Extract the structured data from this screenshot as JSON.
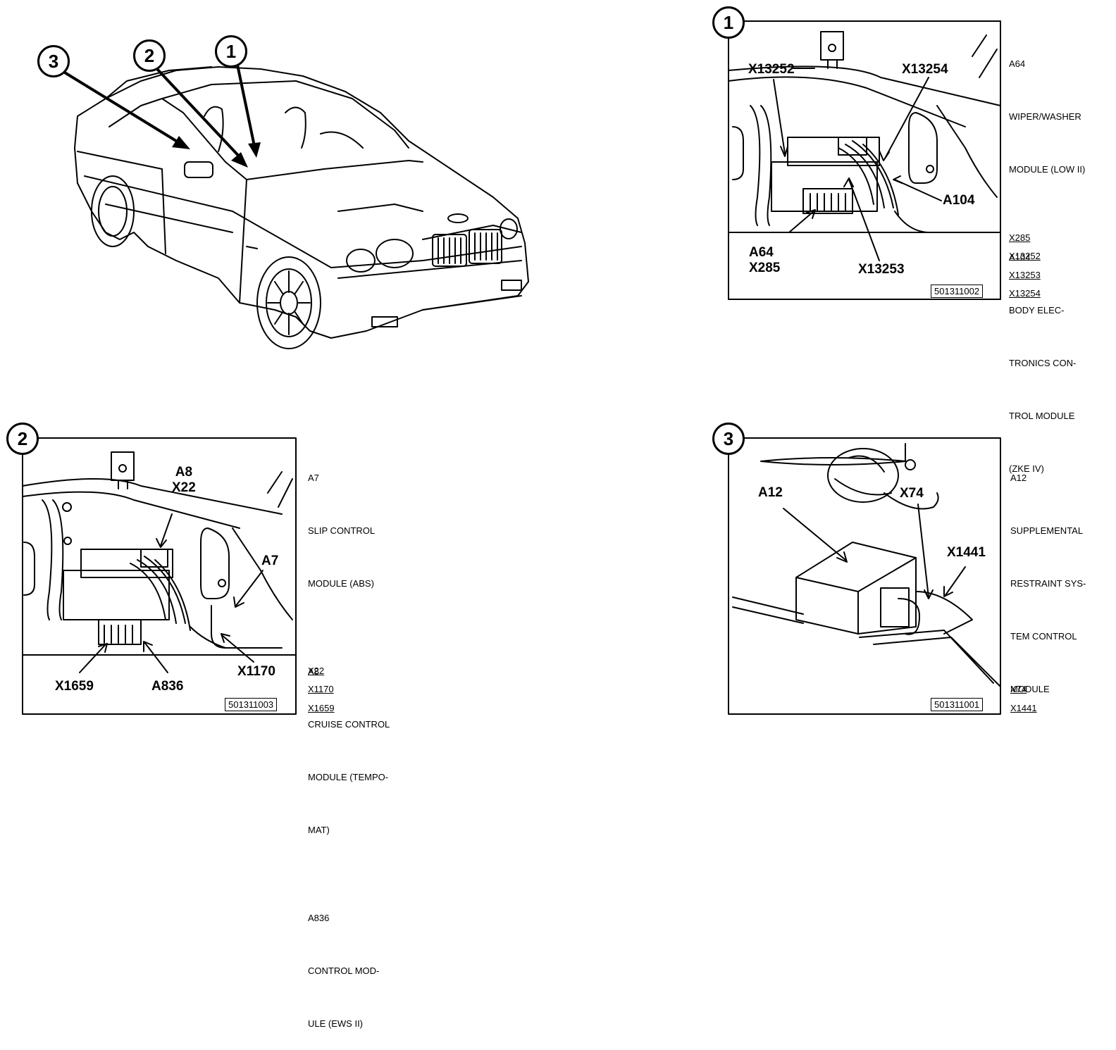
{
  "callouts": {
    "one": "1",
    "two": "2",
    "three": "3"
  },
  "panel1": {
    "number": "1",
    "code": "501311002",
    "labels": {
      "x13252": "X13252",
      "x13254": "X13254",
      "a104": "A104",
      "a64_x285": "A64\nX285",
      "x13253": "X13253"
    },
    "legend": [
      "A64",
      "WIPER/WASHER",
      "MODULE (LOW II)",
      "",
      "A104",
      "BODY ELEC-",
      "TRONICS CON-",
      "TROL MODULE",
      "(ZKE IV)"
    ],
    "connectors": [
      "X285",
      "X13252",
      "X13253",
      "X13254"
    ]
  },
  "panel2": {
    "number": "2",
    "code": "501311003",
    "labels": {
      "a8_x22": "A8\nX22",
      "a7": "A7",
      "x1659": "X1659",
      "a836": "A836",
      "x1170": "X1170"
    },
    "legend": [
      "A7",
      "SLIP CONTROL",
      "MODULE (ABS)",
      "",
      "A8",
      "CRUISE CONTROL",
      "MODULE (TEMPO-",
      "MAT)",
      "",
      "A836",
      "CONTROL MOD-",
      "ULE (EWS II)"
    ],
    "connectors": [
      "X22",
      "X1170",
      "X1659"
    ]
  },
  "panel3": {
    "number": "3",
    "code": "501311001",
    "labels": {
      "a12": "A12",
      "x74": "X74",
      "x1441": "X1441"
    },
    "legend": [
      "A12",
      "SUPPLEMENTAL",
      "RESTRAINT SYS-",
      "TEM CONTROL",
      "MODULE"
    ],
    "connectors": [
      "X74",
      "X1441"
    ]
  }
}
